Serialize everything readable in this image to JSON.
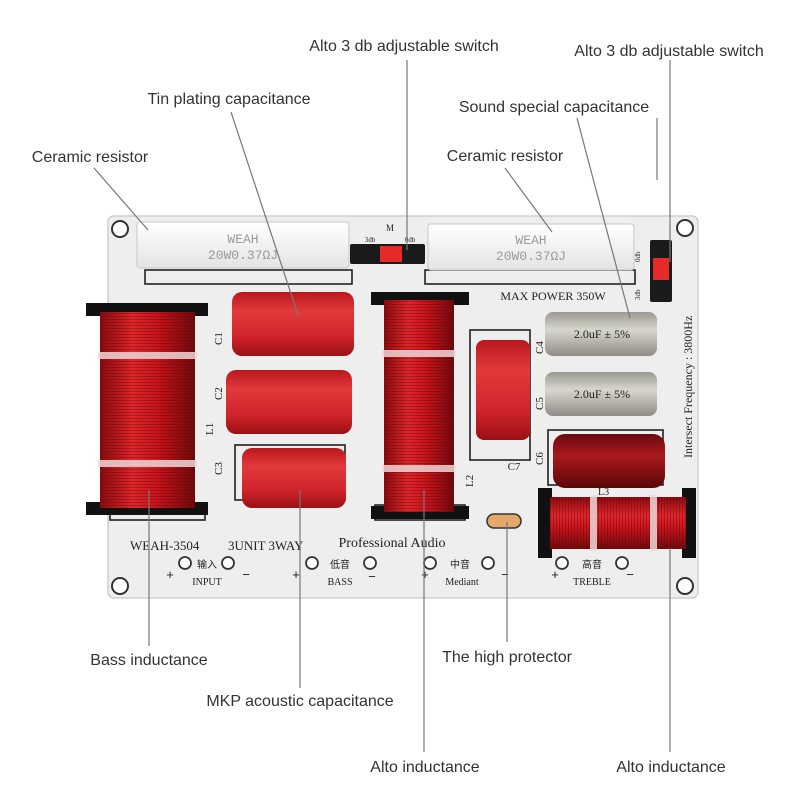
{
  "callouts": {
    "alto_switch_center": "Alto 3 db adjustable switch",
    "alto_switch_right": "Alto 3 db adjustable switch",
    "tin_plating_cap": "Tin plating capacitance",
    "sound_special_cap": "Sound special capacitance",
    "ceramic_resistor_left": "Ceramic resistor",
    "ceramic_resistor_right": "Ceramic resistor",
    "bass_inductance": "Bass inductance",
    "high_protector": "The high protector",
    "mkp_cap": "MKP acoustic capacitance",
    "alto_inductance_center": "Alto inductance",
    "alto_inductance_right": "Alto inductance"
  },
  "board": {
    "model": "WEAH-3504",
    "type": "3UNIT 3WAY",
    "brand": "Professional Audio",
    "max_power": "MAX POWER 350W",
    "intersect": "Intersect Frequency : 3800Hz",
    "switch_center_mark": "M",
    "switch_db_left": "3db",
    "switch_db_mid": "0db",
    "switch_db_right_top": "0db",
    "switch_db_right_bottom": "3db",
    "resistor_text": "WEAH",
    "resistor_value": "20W0.37ΩJ",
    "cap1_value": "2.0uF ± 5%",
    "cap2_value": "2.0uF ± 5%",
    "designators": {
      "c1": "C1",
      "c2": "C2",
      "c3": "C3",
      "c4": "C4",
      "c5": "C5",
      "c6": "C6",
      "c7": "C7",
      "l1": "L1",
      "l2": "L2",
      "l3": "L3"
    },
    "terminals": {
      "input_cn": "输入",
      "input_en": "INPUT",
      "bass_cn": "低音",
      "bass_en": "BASS",
      "mediant_cn": "中音",
      "mediant_en": "Mediant",
      "treble_cn": "高音",
      "treble_en": "TREBLE",
      "plus": "+",
      "minus": "−"
    }
  },
  "colors": {
    "board": "#f2f2f2",
    "copper_red": "#c8141a",
    "capacitor_red": "#d4262a",
    "resistor_white": "#f8f8f8",
    "dark_red_cap": "#8a0e12"
  }
}
